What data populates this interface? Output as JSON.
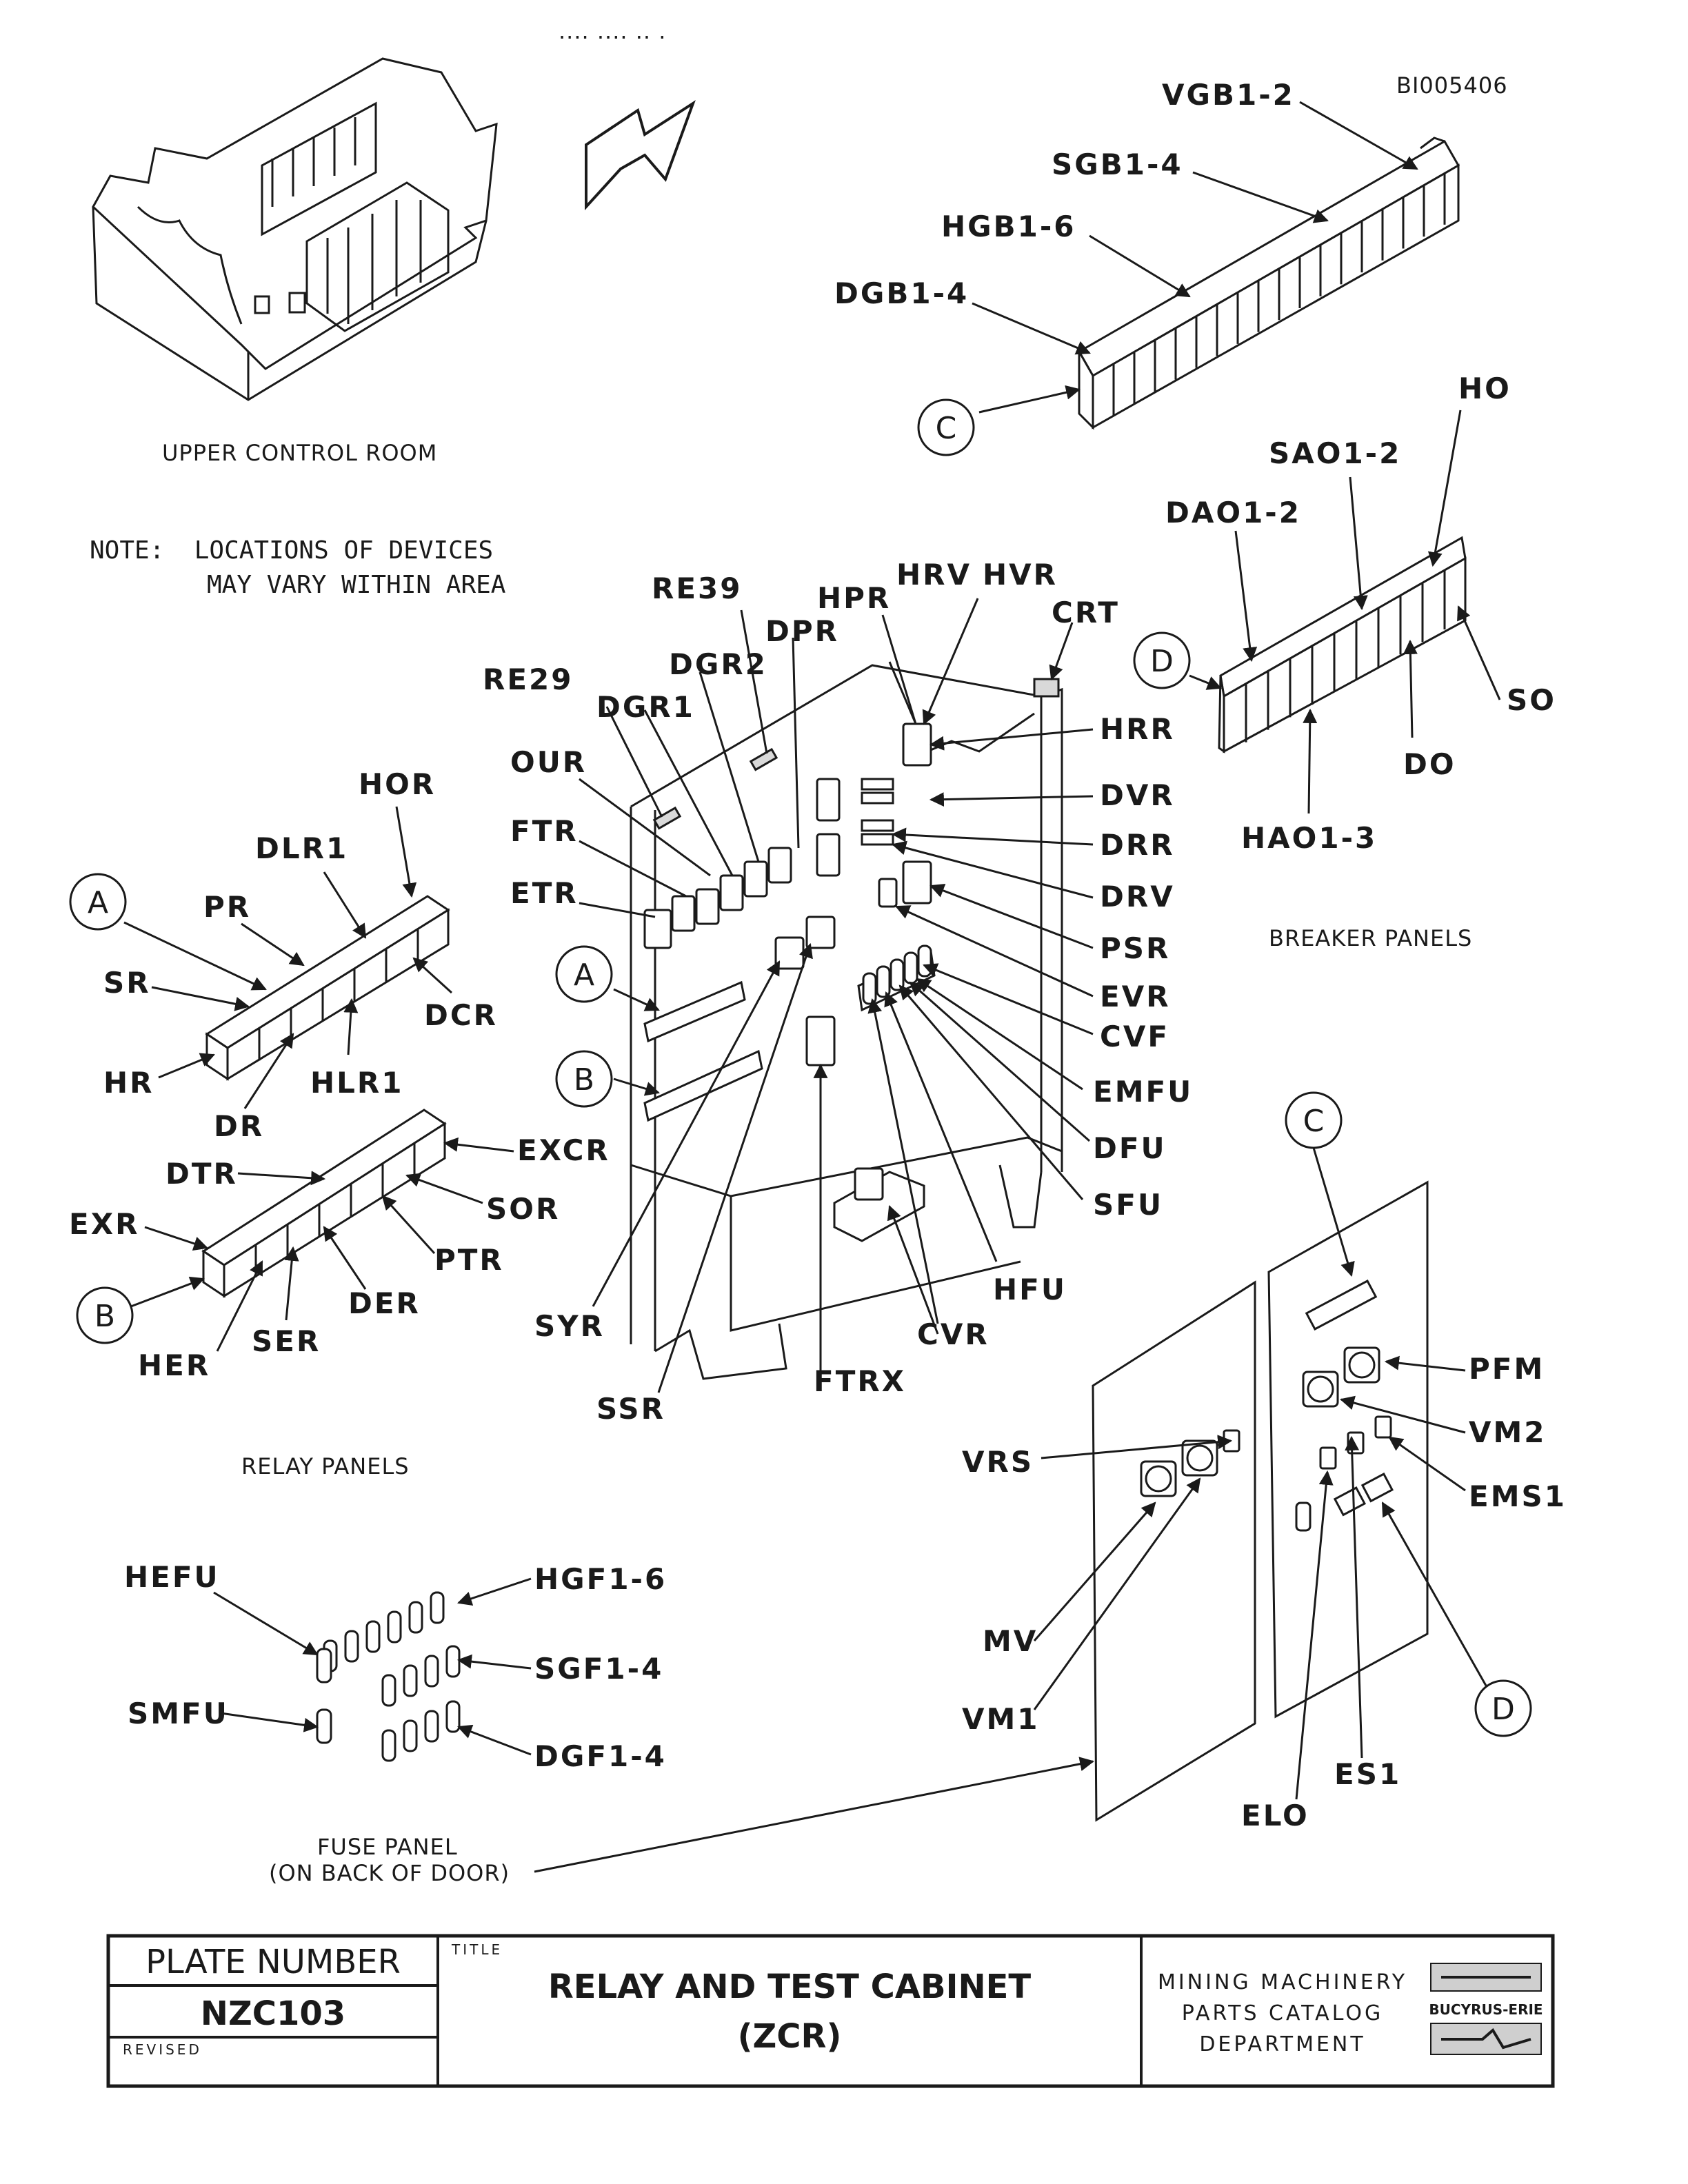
{
  "ref_code": "BI005406",
  "header_scribble": "···· ···· ·· ·",
  "captions": {
    "upper_control_room": "UPPER CONTROL ROOM",
    "breaker_panels": "BREAKER PANELS",
    "relay_panels": "RELAY PANELS",
    "fuse_panel_line1": "FUSE PANEL",
    "fuse_panel_line2": "(ON BACK OF DOOR)"
  },
  "note": {
    "line1": "NOTE:  LOCATIONS OF DEVICES",
    "line2": "MAY VARY WITHIN AREA"
  },
  "callouts": [
    "A",
    "B",
    "C",
    "D"
  ],
  "labels": {
    "VGB": "VGB1-2",
    "SGB": "SGB1-4",
    "HGB": "HGB1-6",
    "DGB": "DGB1-4",
    "HO": "HO",
    "SAO": "SAO1-2",
    "DAO": "DAO1-2",
    "SO": "SO",
    "DO": "DO",
    "HAO": "HAO1-3",
    "RE39": "RE39",
    "HPR": "HPR",
    "HRV": "HRV",
    "HVR": "HVR",
    "CRT": "CRT",
    "DPR": "DPR",
    "DGR2": "DGR2",
    "RE29": "RE29",
    "DGR1": "DGR1",
    "OUR": "OUR",
    "FTR": "FTR",
    "ETR": "ETR",
    "HRR": "HRR",
    "DVR": "DVR",
    "DRR": "DRR",
    "DRV": "DRV",
    "PSR": "PSR",
    "EVR": "EVR",
    "CVF": "CVF",
    "EMFU": "EMFU",
    "DFU": "DFU",
    "SFU": "SFU",
    "HFU": "HFU",
    "CVR": "CVR",
    "FTRX": "FTRX",
    "SYR": "SYR",
    "SSR": "SSR",
    "HOR": "HOR",
    "DLR1": "DLR1",
    "PR": "PR",
    "SR": "SR",
    "DCR": "DCR",
    "HR": "HR",
    "HLR1": "HLR1",
    "DR": "DR",
    "DTR": "DTR",
    "EXCR": "EXCR",
    "SOR": "SOR",
    "EXR": "EXR",
    "PTR": "PTR",
    "DER": "DER",
    "SER": "SER",
    "HER": "HER",
    "HEFU": "HEFU",
    "HGF": "HGF1-6",
    "SGF": "SGF1-4",
    "SMFU": "SMFU",
    "DGF": "DGF1-4",
    "PFM": "PFM",
    "VM2": "VM2",
    "EMS1": "EMS1",
    "VRS": "VRS",
    "MV": "MV",
    "VM1": "VM1",
    "ES1": "ES1",
    "ELO": "ELO"
  },
  "title_block": {
    "plate_number_label": "PLATE NUMBER",
    "plate_number": "NZC103",
    "revised_label": "REVISED",
    "title_label": "TITLE",
    "title_line1": "RELAY AND TEST CABINET",
    "title_line2": "(ZCR)",
    "dept_line1": "MINING MACHINERY",
    "dept_line2": "PARTS CATALOG",
    "dept_line3": "DEPARTMENT",
    "logo_text": "BUCYRUS-ERIE"
  }
}
